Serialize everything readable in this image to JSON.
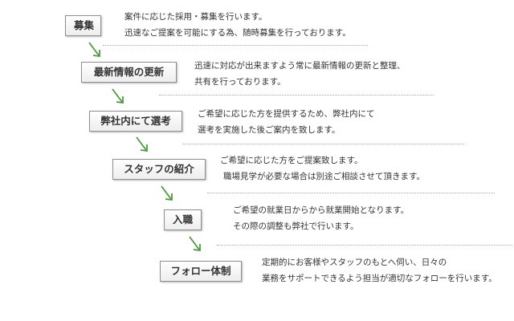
{
  "steps": [
    {
      "title": "募集",
      "lines": [
        "案件に応じた採用・募集を行います。",
        "迅速なご提案を可能にする為、随時募集を行っております。"
      ]
    },
    {
      "title": "最新情報の更新",
      "lines": [
        "迅速に対応が出来ますよう常に最新情報の更新と整理、",
        "共有を行っております。"
      ]
    },
    {
      "title": "弊社内にて選考",
      "lines": [
        "ご希望に応じた方を提供するため、弊社内にて",
        "選考を実施した後ご案内を致します。"
      ]
    },
    {
      "title": "スタッフの紹介",
      "lines": [
        "ご希望に応じた方をご提案致します。",
        "職場見学が必要な場合は別途ご相談させて頂きます。"
      ]
    },
    {
      "title": "入職",
      "lines": [
        "ご希望の就業日からから就業開始となります。",
        "その際の調整も弊社で行います。"
      ]
    },
    {
      "title": "フォロー体制",
      "lines": [
        "定期的にお客様やスタッフのもとへ伺い、日々の",
        "業務をサポートできるよう担当が適切なフォローを行います。"
      ]
    }
  ],
  "colors": {
    "arrow": "#4a9a3a",
    "box_border": "#8f8f8f",
    "text": "#333333"
  },
  "icons": {
    "arrow": "green-diagonal-arrow-icon"
  }
}
